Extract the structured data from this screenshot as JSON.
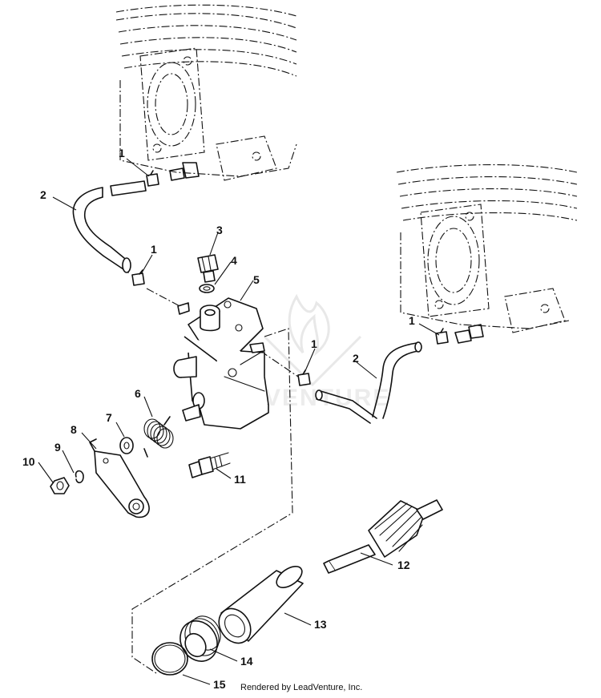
{
  "callouts": {
    "c1a": "1",
    "c1b": "1",
    "c1c": "1",
    "c1d": "1",
    "c2a": "2",
    "c2b": "2",
    "c3": "3",
    "c4": "4",
    "c5": "5",
    "c6": "6",
    "c7": "7",
    "c8": "8",
    "c9": "9",
    "c10": "10",
    "c11": "11",
    "c12": "12",
    "c13": "13",
    "c14": "14",
    "c15": "15"
  },
  "watermark": "VENTURE",
  "footer": "Rendered by LeadVenture, Inc."
}
